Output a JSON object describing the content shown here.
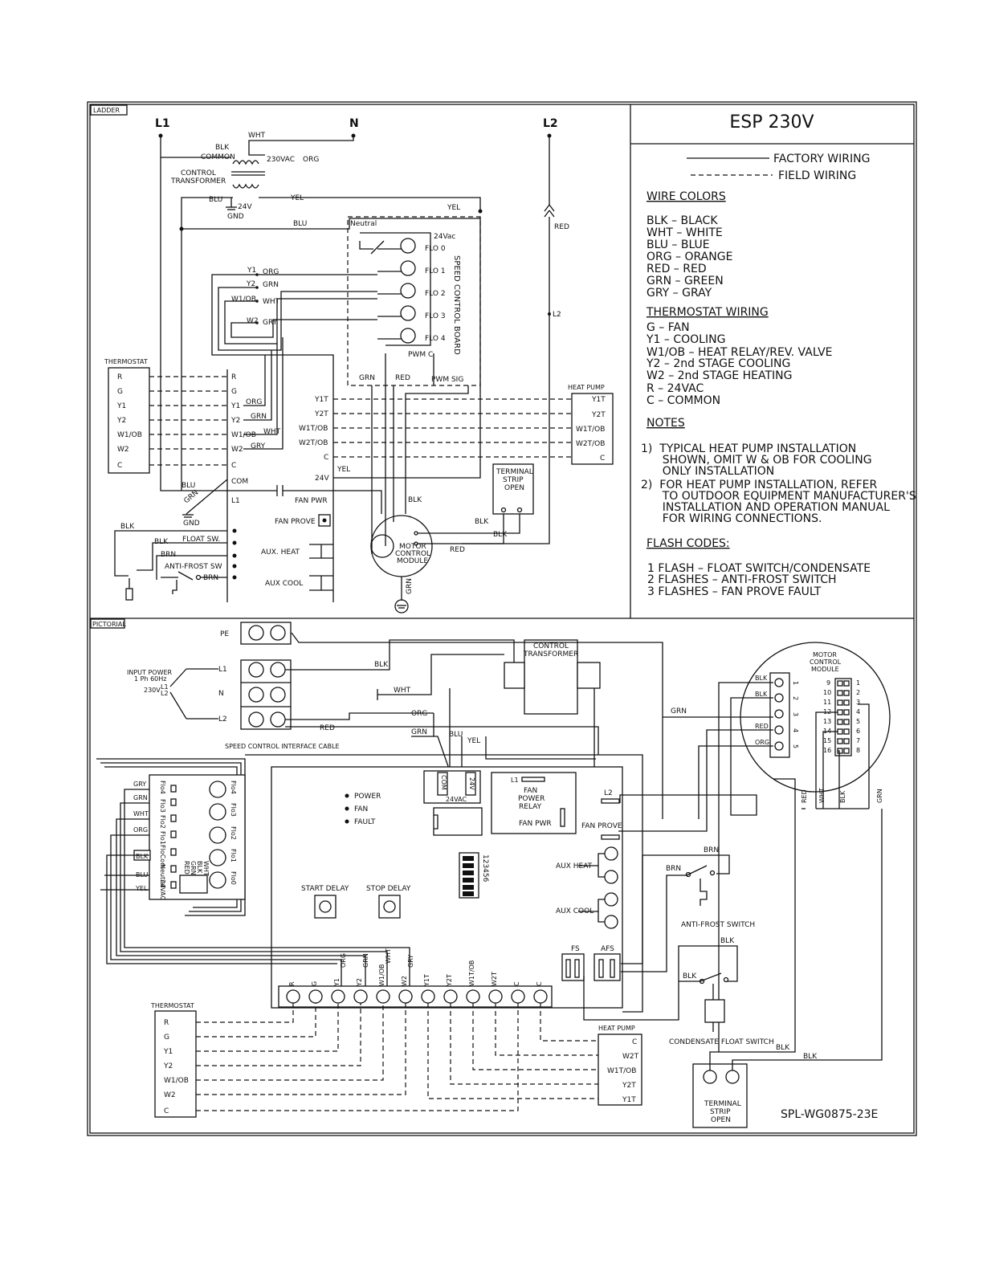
{
  "title": "ESP 230V",
  "drawing_number": "SPL-WG0875-23E",
  "sections": {
    "ladder": "LADDER",
    "pictorial": "PICTORIAL"
  },
  "legend": {
    "factory": "FACTORY WIRING",
    "field": "FIELD WIRING"
  },
  "wire_colors": {
    "heading": "WIRE COLORS",
    "items": [
      "BLK  –  BLACK",
      "WHT  –  WHITE",
      "BLU  –  BLUE",
      "ORG  –  ORANGE",
      "RED  –  RED",
      "GRN  –  GREEN",
      "GRY  –  GRAY"
    ]
  },
  "thermostat_wiring": {
    "heading": "THERMOSTAT WIRING",
    "items": [
      "G  –  FAN",
      "Y1  –  COOLING",
      "W1/OB  –  HEAT RELAY/REV. VALVE",
      "Y2  –  2nd STAGE COOLING",
      "W2  –  2nd STAGE HEATING",
      "R  –  24VAC",
      "C  –  COMMON"
    ]
  },
  "notes": {
    "heading": "NOTES",
    "items": [
      "1)  TYPICAL HEAT PUMP INSTALLATION",
      "      SHOWN, OMIT W & OB FOR COOLING",
      "      ONLY INSTALLATION",
      "2)  FOR HEAT PUMP INSTALLATION, REFER",
      "      TO OUTDOOR EQUIPMENT MANUFACTURER'S",
      "      INSTALLATION AND OPERATION MANUAL",
      "      FOR WIRING CONNECTIONS."
    ]
  },
  "flash_codes": {
    "heading": "FLASH CODES:",
    "items": [
      "1  FLASH  –  FLOAT SWITCH/CONDENSATE",
      "2  FLASHES  –  ANTI-FROST SWITCH",
      "3  FLASHES  –  FAN PROVE FAULT"
    ]
  },
  "ladder": {
    "lines": [
      "L1",
      "N",
      "L2"
    ],
    "transformer": [
      "CONTROL",
      "TRANSFORMER"
    ],
    "labels": {
      "wht": "WHT",
      "blk": "BLK",
      "common": "COMMON",
      "v230": "230VAC",
      "org": "ORG",
      "blu": "BLU",
      "yel": "YEL",
      "v24": "24V",
      "gnd": "GND",
      "blu2": "BLU",
      "neutral": "Neutral",
      "v24ac": "24Vac",
      "red": "RED",
      "l2": "L2",
      "yel2": "YEL",
      "grn": "GRN",
      "red2": "RED",
      "pwmsig": "PWM SIG",
      "pwmc": "PWM C",
      "speed_board": "SPEED CONTROL BOARD",
      "com": "COM",
      "l1": "L1",
      "blu3": "BLU",
      "grn2": "GRN",
      "gnd2": "GND",
      "fan_pwr": "FAN PWR",
      "fan_prove": "FAN PROVE",
      "aux_heat": "AUX. HEAT",
      "aux_cool": "AUX COOL",
      "float": "FLOAT SW.",
      "antifrost": "ANTI-FROST SW",
      "brn": "BRN",
      "brn2": "BRN",
      "blk2": "BLK",
      "blk3": "BLK",
      "blk4": "BLK",
      "blk5": "BLK",
      "blk6": "BLK",
      "red3": "RED",
      "grn3": "GRN",
      "yel3": "YEL",
      "v24b": "24V"
    },
    "flo": [
      "FLO 0",
      "FLO 1",
      "FLO 2",
      "FLO 3",
      "FLO 4"
    ],
    "flo_wires": [
      {
        "name": "Y1",
        "color": "ORG"
      },
      {
        "name": "Y2",
        "color": "GRN"
      },
      {
        "name": "W1/OB",
        "color": "WHT"
      },
      {
        "name": "W2",
        "color": "GRY"
      }
    ],
    "thermostat_title": "THERMOSTAT",
    "thermostat_terms": [
      "R",
      "G",
      "Y1",
      "Y2",
      "W1/OB",
      "W2",
      "C"
    ],
    "board_terms": [
      "R",
      "G",
      "Y1",
      "Y2",
      "W1/OB",
      "W2",
      "C"
    ],
    "board_wire_colors": [
      "ORG",
      "GRN",
      "WHT",
      "GRY"
    ],
    "hp_title": "HEAT PUMP",
    "hp_terms": [
      "Y1T",
      "Y2T",
      "W1T/OB",
      "W2T/OB",
      "C"
    ],
    "board_hp_terms": [
      "Y1T",
      "Y2T",
      "W1T/OB",
      "W2T/OB",
      "C",
      "24V"
    ],
    "terminal_strip": [
      "TERMINAL",
      "STRIP",
      "OPEN"
    ],
    "motor": [
      "MOTOR",
      "CONTROL",
      "MODULE"
    ]
  },
  "pictorial": {
    "pe": "PE",
    "input_power": [
      "INPUT POWER",
      "1 Ph 60Hz"
    ],
    "v230": "230V",
    "l1l2": [
      "L1",
      "L2"
    ],
    "terms": [
      "L1",
      "N",
      "L2"
    ],
    "transformer": [
      "CONTROL",
      "TRANSFORMER"
    ],
    "wire_labels": {
      "blk": "BLK",
      "wht": "WHT",
      "org": "ORG",
      "red": "RED",
      "grn": "GRN",
      "blu": "BLU",
      "yel": "YEL",
      "grn2": "GRN"
    },
    "speed_cable": "SPEED CONTROL INTERFACE CABLE",
    "board_left_wires": [
      "GRY",
      "GRN",
      "WHT",
      "ORG",
      "BLK",
      "BLU",
      "YEL"
    ],
    "flo_pins": [
      "Flo4",
      "Flo3",
      "Flo2",
      "Flo1",
      "FloCom",
      "Neutral",
      "24VAC"
    ],
    "flo_right": [
      "Flo4",
      "Flo3",
      "Flo2",
      "Flo1",
      "Flo0"
    ],
    "conn_labels": [
      "WHT",
      "BLK",
      "GRN",
      "RED"
    ],
    "leds": [
      "POWER",
      "FAN",
      "FAULT"
    ],
    "com24": [
      "COM",
      "24V",
      "24VAC"
    ],
    "relay": [
      "L1",
      "FAN",
      "POWER",
      "RELAY",
      "FAN PWR"
    ],
    "l2": "L2",
    "fan_prove": "FAN PROVE",
    "dip": "123456",
    "aux_heat": "AUX HEAT",
    "aux_cool": "AUX COOL",
    "start_delay": "START DELAY",
    "stop_delay": "STOP DELAY",
    "fs": "FS",
    "afs": "AFS",
    "bottom_terms": [
      "R",
      "G",
      "Y1",
      "Y2",
      "W1/OB",
      "W2",
      "Y1T",
      "Y2T",
      "W1T/OB",
      "W2T",
      "C",
      "C"
    ],
    "bottom_colors": [
      "ORG",
      "GRN",
      "WHT",
      "GRY"
    ],
    "motor_module": [
      "MOTOR",
      "CONTROL",
      "MODULE"
    ],
    "motor_pins_left": [
      "1",
      "2",
      "3",
      "4",
      "5"
    ],
    "motor_wires": [
      "BLK",
      "BLK",
      "RED",
      "ORG"
    ],
    "motor_pins_right_a": [
      "9",
      "10",
      "11",
      "12",
      "13",
      "14",
      "15",
      "16"
    ],
    "motor_pins_right_b": [
      "1",
      "2",
      "3",
      "4",
      "5",
      "6",
      "7",
      "8"
    ],
    "motor_bottom": [
      "RED",
      "WHT",
      "BLK",
      "GRN"
    ],
    "grn": "GRN",
    "brn": "BRN",
    "brn2": "BRN",
    "antifrost": "ANTI-FROST SWITCH",
    "blk": "BLK",
    "blk2": "BLK",
    "blk3": "BLK",
    "blk4": "BLK",
    "condensate": "CONDENSATE FLOAT SWITCH",
    "thermostat_title": "THERMOSTAT",
    "thermostat_terms": [
      "R",
      "G",
      "Y1",
      "Y2",
      "W1/OB",
      "W2",
      "C"
    ],
    "hp_title": "HEAT PUMP",
    "hp_terms": [
      "C",
      "W2T",
      "W1T/OB",
      "Y2T",
      "Y1T"
    ],
    "terminal_strip": [
      "TERMINAL",
      "STRIP",
      "OPEN"
    ]
  }
}
